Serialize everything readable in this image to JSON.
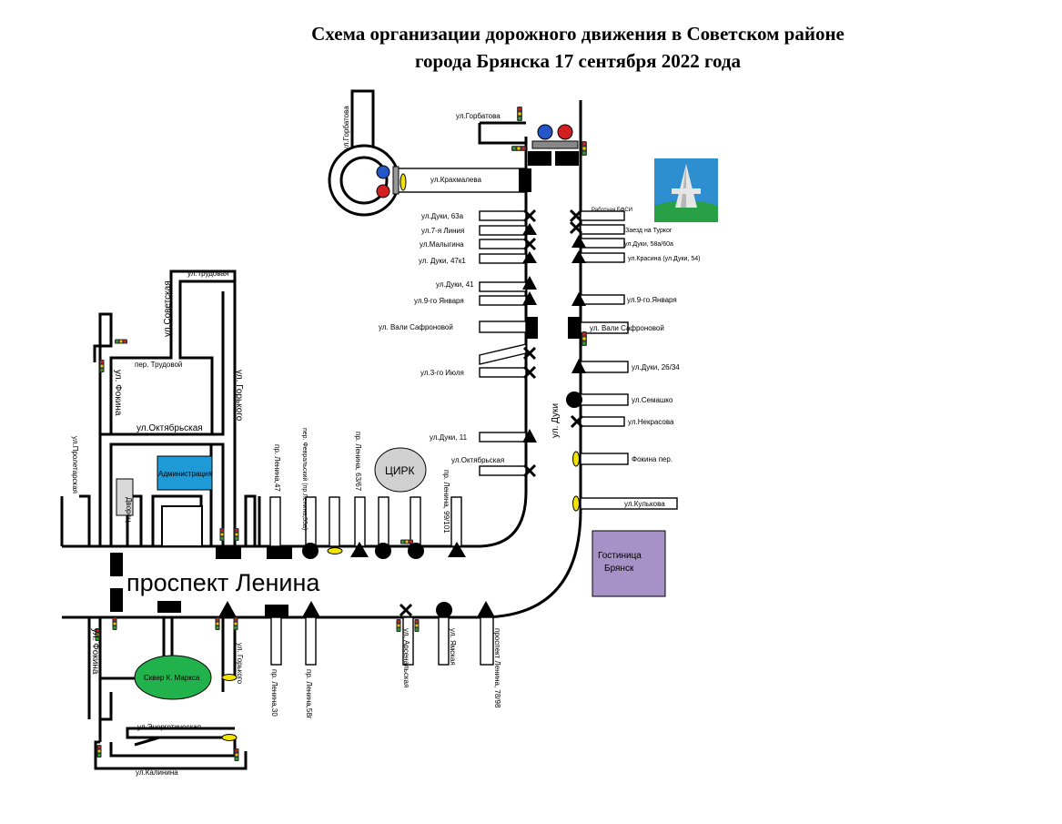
{
  "title": {
    "line1": "Схема организации дорожного движения в Советском районе",
    "line2": "города Брянска 17 сентября 2022 года"
  },
  "colors": {
    "admin": "#1e9ad6",
    "park": "#22b24c",
    "hotel": "#a792c8",
    "circus": "#d0d0d0",
    "ellipse_sign": "#f2e300",
    "tl_green": "#2ba12b",
    "tl_yellow": "#f2c700",
    "tl_red": "#d31f1f",
    "sign_blue": "#2456c7",
    "sign_red": "#d31f1f"
  },
  "avenue": "проспект Ленина",
  "buildings": {
    "admin": "Администрация",
    "school": "Дворец",
    "circus": "ЦИРК",
    "park": "Сквер К. Маркса",
    "hotel_1": "Гостиница",
    "hotel_2": "Брянск"
  },
  "streets": {
    "gorbatova_v": "ул.Горбатова",
    "gorbatova_h": "ул.Горбатова",
    "krakhmaleva": "ул.Крахмалева",
    "duki_63a": "ул.Дуки, 63а",
    "linia_7": "ул.7-я Линия",
    "malygina": "ул.Малыгина",
    "duki_47k1": "ул. Дуки, 47к1",
    "duki_41": "ул.Дуки, 41",
    "yanvarya_9_l": "ул.9-го Января",
    "safronovoy_l": "ул. Вали Сафроновой",
    "iyulya_3": "ул.3-го Июля",
    "duki_11": "ул.Дуки, 11",
    "oktyabrskaya_r": "ул.Октябрьская",
    "rabochaya_bsi": "Работчая БФСИ",
    "zaezd_turbog": "Заезд на Турког",
    "duki_58a": "ул.Дуки, 58а/60а",
    "krasina": "ул.Красина (ул.Дуки, 54)",
    "yanvarya_9_r": "ул.9-го.Января",
    "safronovoy_r": "ул. Вали Сафроновой",
    "duki_26_34": "ул.Дуки, 26/34",
    "semashko": "ул.Семашко",
    "nekrasova": "ул.Некрасова",
    "fokina_per": "Фокина пер.",
    "kulkova": "ул.Кулькова",
    "duki_main": "ул. Дуки",
    "trudovaya": "ул.Трудовая",
    "sovetskaya": "ул.Советская",
    "per_trudovoy": "пер. Трудовой",
    "fokina_top": "ул. Фокина",
    "gorkogo_top": "ул. Горького",
    "oktyabrskaya_l": "ул.Октябрьская",
    "proletarskaya": "ул.Пролетарская",
    "lenina_47": "пр. Ленина,47",
    "fevralskiy": "пер. Февральский (пр.Ленина,55а)",
    "lenina_63_67": "пр. Ленина, 63/67",
    "lenina_99_101": "пр. Ленина, 99/101",
    "fokina_bot": "ул. Фокина",
    "gorkogo_bot": "ул. Горького",
    "lenina_30": "пр. Ленина,30",
    "lenina_58g": "пр. Ленина,58г",
    "arsenalskaya": "ул. Арсенальская",
    "yamskaya": "ул. Ямская",
    "lenina_78_98": "проспект Ленина, 78/98",
    "energeticheskaya": "ул.Энергетическая",
    "kalinina": "ул.Калинина"
  }
}
